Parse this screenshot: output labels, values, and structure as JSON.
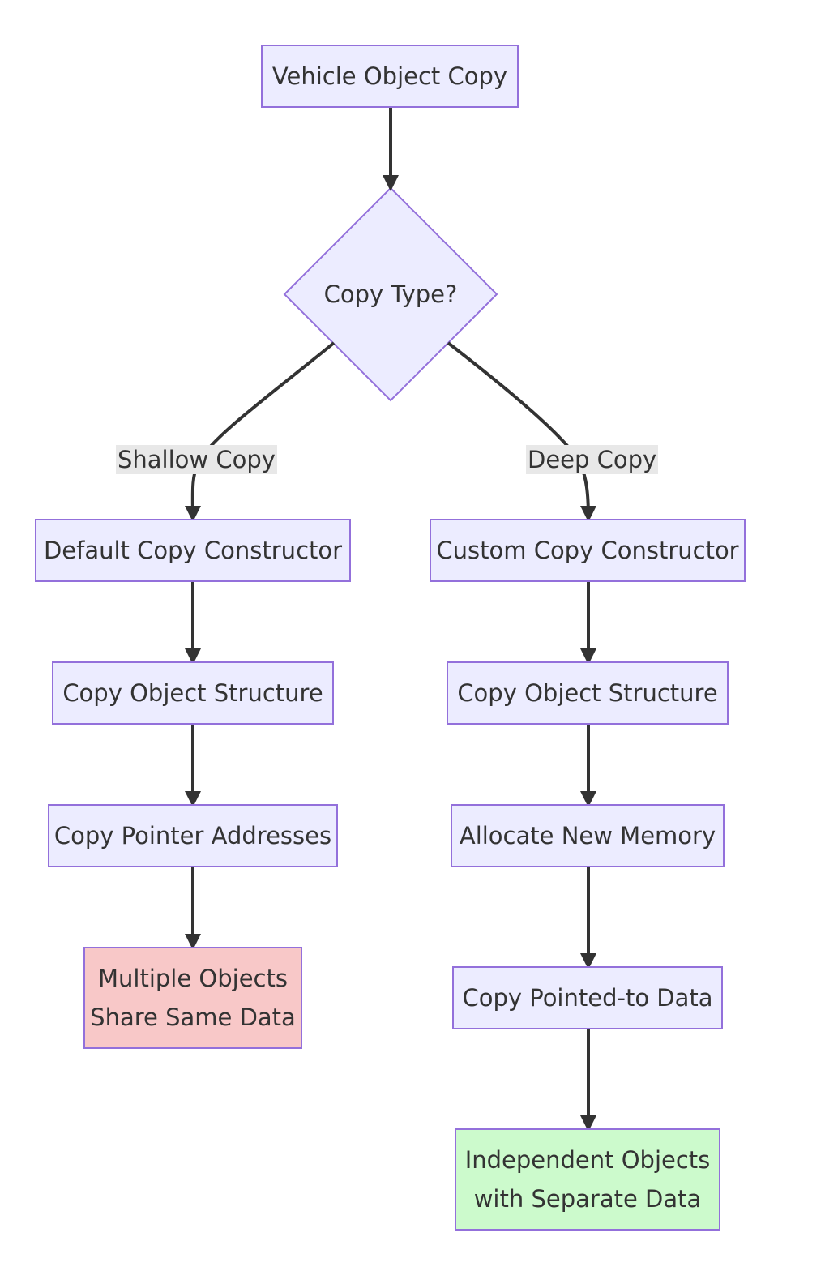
{
  "nodes": {
    "start": "Vehicle Object Copy",
    "decision": "Copy Type?",
    "default_ctor": "Default Copy Constructor",
    "custom_ctor": "Custom Copy Constructor",
    "copy_struct_left": "Copy Object Structure",
    "copy_struct_right": "Copy Object Structure",
    "copy_ptr": "Copy Pointer Addresses",
    "alloc_mem": "Allocate New Memory",
    "copy_data": "Copy Pointed-to Data",
    "shared_line1": "Multiple Objects",
    "shared_line2": "Share Same Data",
    "indep_line1": "Independent Objects",
    "indep_line2": "with Separate Data"
  },
  "edge_labels": {
    "shallow": "Shallow Copy",
    "deep": "Deep Copy"
  },
  "colors": {
    "node_fill": "#ececff",
    "node_border": "#9370db",
    "shared_fill": "#f8c8c8",
    "independent_fill": "#ccfacc",
    "edge": "#333333"
  }
}
